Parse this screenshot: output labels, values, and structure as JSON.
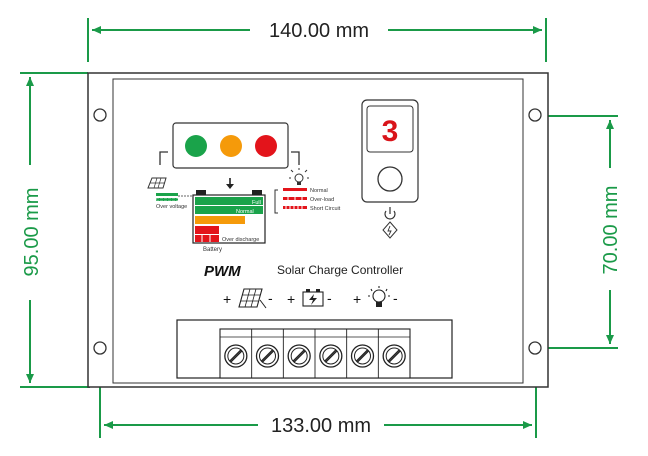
{
  "dimensions": {
    "top_width": "140.00 mm",
    "bottom_width": "133.00 mm",
    "left_height": "95.00 mm",
    "right_height": "70.00 mm"
  },
  "display": {
    "digit": "3"
  },
  "indicator_colors": {
    "green": "#1aa34a",
    "orange": "#f59a0a",
    "red": "#e3141b",
    "dimension_line": "#1a9a48",
    "digit": "#d9141a"
  },
  "labels": {
    "over_voltage": "Over voltage",
    "full": "Full",
    "normal_batt": "Normal",
    "over_discharge": "Over discharge",
    "battery": "Battery",
    "load_normal": "Normal",
    "load_overload": "Over-load",
    "load_short": "Short Circuit",
    "pwm": "PWM",
    "product": "Solar Charge Controller"
  },
  "terminals": {
    "solar": {
      "plus": "+",
      "minus": "-",
      "icon": "solar-panel-icon"
    },
    "battery": {
      "plus": "+",
      "minus": "-",
      "icon": "battery-icon"
    },
    "load": {
      "plus": "+",
      "minus": "-",
      "icon": "lamp-icon"
    },
    "screw_count": 6
  },
  "icons": {
    "power": "power-icon",
    "warning": "warning-diamond-icon",
    "arrow": "down-arrow-icon"
  }
}
